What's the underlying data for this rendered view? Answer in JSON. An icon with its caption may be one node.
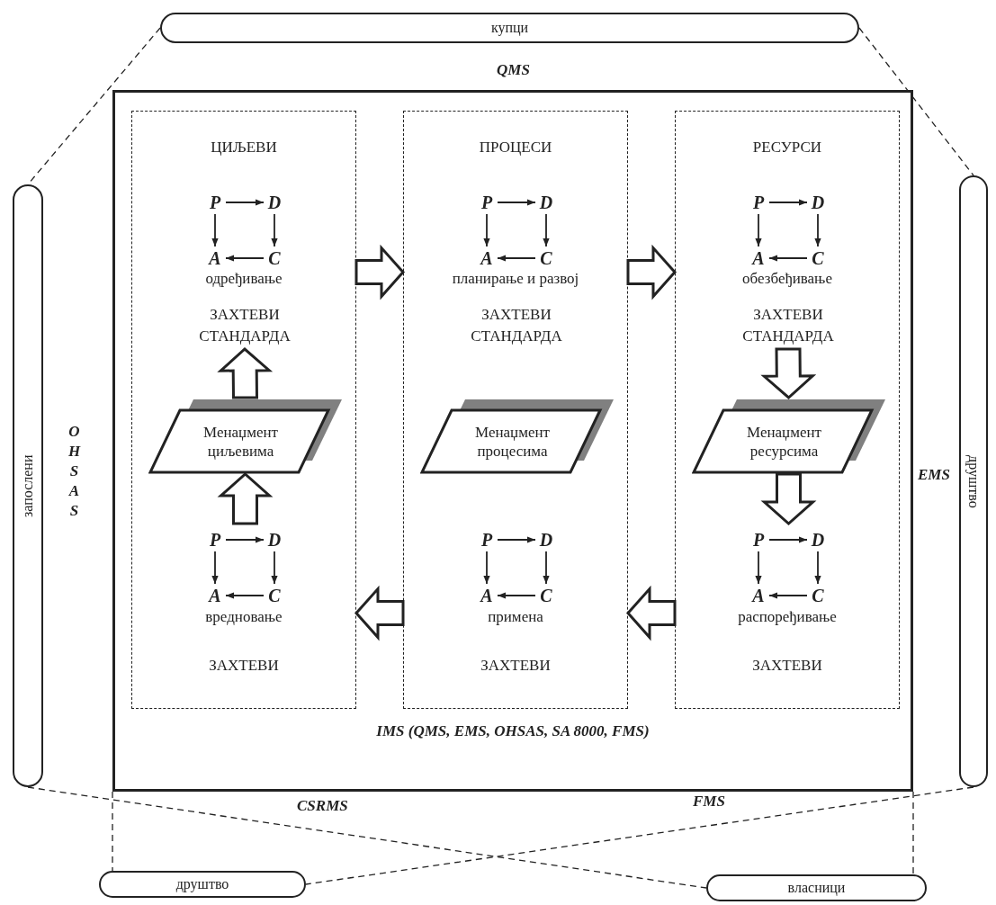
{
  "diagram": {
    "nodes": [
      {
        "text": [
          "купци"
        ]
      },
      {
        "text": [
          "запослени"
        ]
      },
      {
        "text": [
          "IMS (QMS, EMS, OHSAS, SA 8000, FMS)"
        ]
      },
      {
        "text": [
          "ЦИЉЕВИ",
          "одређивање",
          "вредновање",
          "ЗАХТЕВИ"
        ],
        "in": 2
      },
      {
        "text": [
          "P"
        ],
        "in": 3
      },
      {
        "text": [
          "D"
        ],
        "in": 3
      },
      {
        "text": [
          "A"
        ],
        "in": 3
      },
      {
        "text": [
          "C"
        ],
        "in": 3
      },
      {
        "text": [
          "ЗАХТЕВИ СТАНДАРДА"
        ],
        "in": 3
      },
      {
        "text": [
          "Менаџмент циљевима"
        ],
        "in": 3
      },
      {
        "text": [
          "P"
        ],
        "in": 3
      },
      {
        "text": [
          "D"
        ],
        "in": 3
      },
      {
        "text": [
          "A"
        ],
        "in": 3
      },
      {
        "text": [
          "C"
        ],
        "in": 3
      },
      {
        "text": [
          "ПРОЦЕСИ",
          "планирање и развој",
          "примена",
          "ЗАХТЕВИ"
        ],
        "in": 2
      },
      {
        "text": [
          "P"
        ],
        "in": 14
      },
      {
        "text": [
          "D"
        ],
        "in": 14
      },
      {
        "text": [
          "A"
        ],
        "in": 14
      },
      {
        "text": [
          "C"
        ],
        "in": 14
      },
      {
        "text": [
          "ЗАХТЕВИ СТАНДАРДА"
        ],
        "in": 14
      },
      {
        "text": [
          "Менаџмент процесима"
        ],
        "in": 14
      },
      {
        "text": [
          "P"
        ],
        "in": 14
      },
      {
        "text": [
          "D"
        ],
        "in": 14
      },
      {
        "text": [
          "A"
        ],
        "in": 14
      },
      {
        "text": [
          "C"
        ],
        "in": 14
      },
      {
        "text": [
          "РЕСУРСИ",
          "обезбеђивање",
          "распоређивање",
          "ЗАХТЕВИ"
        ],
        "in": 2
      },
      {
        "text": [
          "P"
        ],
        "in": 25
      },
      {
        "text": [
          "D"
        ],
        "in": 25
      },
      {
        "text": [
          "A"
        ],
        "in": 25
      },
      {
        "text": [
          "C"
        ],
        "in": 25
      },
      {
        "text": [
          "ЗАХТЕВИ СТАНДАРДА"
        ],
        "in": 25
      },
      {
        "text": [
          "Менаџмент ресурсима"
        ],
        "in": 25
      },
      {
        "text": [
          "P"
        ],
        "in": 25
      },
      {
        "text": [
          "D"
        ],
        "in": 25
      },
      {
        "text": [
          "A"
        ],
        "in": 25
      },
      {
        "text": [
          "C"
        ],
        "in": 25
      },
      {
        "text": [
          "друштво"
        ]
      },
      {
        "text": [
          "друштво"
        ]
      },
      {
        "text": [
          "власници"
        ]
      }
    ],
    "edges": [
      {
        "from": 4,
        "to": 5,
        "arrow": "to"
      },
      {
        "from": 4,
        "to": 6,
        "arrow": "to"
      },
      {
        "from": 5,
        "to": 7,
        "arrow": "to"
      },
      {
        "from": 7,
        "to": 6,
        "arrow": "to"
      },
      {
        "from": 10,
        "to": 11,
        "arrow": "to"
      },
      {
        "from": 10,
        "to": 12,
        "arrow": "to"
      },
      {
        "from": 11,
        "to": 13,
        "arrow": "to"
      },
      {
        "from": 13,
        "to": 12,
        "arrow": "to"
      },
      {
        "from": 15,
        "to": 16,
        "arrow": "to"
      },
      {
        "from": 15,
        "to": 17,
        "arrow": "to"
      },
      {
        "from": 16,
        "to": 18,
        "arrow": "to"
      },
      {
        "from": 18,
        "to": 17,
        "arrow": "to"
      },
      {
        "from": 21,
        "to": 22,
        "arrow": "to"
      },
      {
        "from": 21,
        "to": 23,
        "arrow": "to"
      },
      {
        "from": 22,
        "to": 24,
        "arrow": "to"
      },
      {
        "from": 24,
        "to": 23,
        "arrow": "to"
      },
      {
        "from": 26,
        "to": 27,
        "arrow": "to"
      },
      {
        "from": 26,
        "to": 28,
        "arrow": "to"
      },
      {
        "from": 27,
        "to": 29,
        "arrow": "to"
      },
      {
        "from": 29,
        "to": 28,
        "arrow": "to"
      },
      {
        "from": 32,
        "to": 33,
        "arrow": "to"
      },
      {
        "from": 32,
        "to": 34,
        "arrow": "to"
      },
      {
        "from": 33,
        "to": 35,
        "arrow": "to"
      },
      {
        "from": 35,
        "to": 34,
        "arrow": "to"
      },
      {
        "from": 9,
        "to": 8,
        "arrow": "to",
        "style": "thick"
      },
      {
        "from": null,
        "to": 9,
        "arrow": "to",
        "style": "thick"
      },
      {
        "from": 30,
        "to": 31,
        "arrow": "to",
        "style": "thick"
      },
      {
        "from": 31,
        "to": null,
        "arrow": "to",
        "style": "thick"
      },
      {
        "from": 3,
        "to": 14,
        "arrow": "to",
        "style": "thick"
      },
      {
        "from": 14,
        "to": 25,
        "arrow": "to",
        "style": "thick"
      },
      {
        "from": 25,
        "to": 14,
        "arrow": "to",
        "style": "thick"
      },
      {
        "from": 14,
        "to": 3,
        "arrow": "to",
        "style": "thick"
      },
      {
        "from": 0,
        "to": 1,
        "arrow": "none",
        "style": "dashed"
      },
      {
        "from": 0,
        "to": 36,
        "arrow": "none",
        "style": "dashed"
      },
      {
        "from": 1,
        "to": 38,
        "arrow": "none",
        "style": "dashed"
      },
      {
        "from": 36,
        "to": 37,
        "arrow": "none",
        "style": "dashed"
      },
      {
        "from": 2,
        "to": 37,
        "arrow": "none",
        "style": "dashed"
      },
      {
        "from": 2,
        "to": 38,
        "arrow": "none",
        "style": "dashed"
      }
    ],
    "labels": [
      "QMS",
      "OHSAS",
      "EMS",
      "CSRMS",
      "FMS"
    ]
  }
}
